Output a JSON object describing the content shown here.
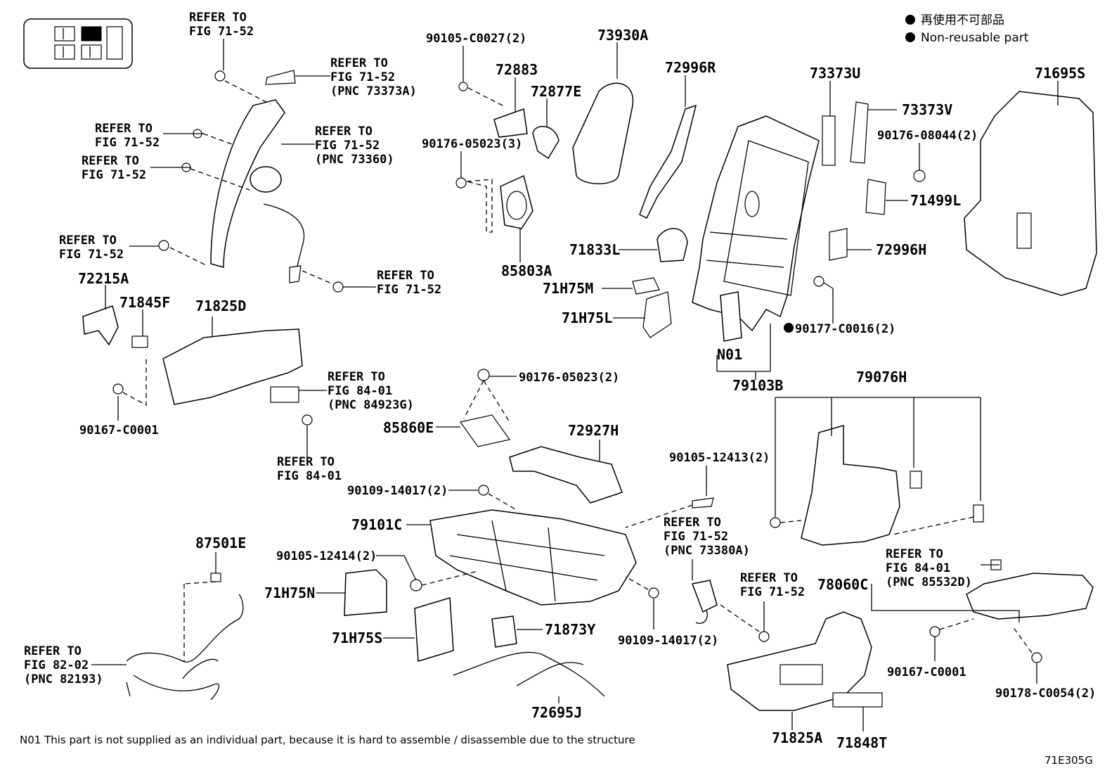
{
  "legend": {
    "jp": "再使用不可部品",
    "en": "Non-reusable part"
  },
  "figure_code": "71E305G",
  "footnote": "N01 This part is not supplied as an individual part, because it is hard to assemble / disassemble due to the structure",
  "labels": {
    "r1": [
      "REFER TO",
      "FIG 71-52"
    ],
    "r2": [
      "REFER TO",
      "FIG 71-52",
      "(PNC 73373A)"
    ],
    "r3": [
      "REFER TO",
      "FIG 71-52"
    ],
    "r4": [
      "REFER TO",
      "FIG 71-52",
      "(PNC 73360)"
    ],
    "r5": [
      "REFER TO",
      "FIG 71-52"
    ],
    "r6": [
      "REFER TO",
      "FIG 71-52"
    ],
    "r7": [
      "REFER TO",
      "FIG 71-52"
    ],
    "r8": [
      "REFER TO",
      "FIG 84-01",
      "(PNC 84923G)"
    ],
    "r9": [
      "REFER TO",
      "FIG 84-01"
    ],
    "r10": [
      "REFER TO",
      "FIG 71-52",
      "(PNC 73380A)"
    ],
    "r11": [
      "REFER TO",
      "FIG 71-52"
    ],
    "r12": [
      "REFER TO",
      "FIG 84-01",
      "(PNC 85532D)"
    ],
    "r13": [
      "REFER TO",
      "FIG 82-02",
      "(PNC 82193)"
    ],
    "p90105_C0027": "90105-C0027(2)",
    "p72883": "72883",
    "p72877E": "72877E",
    "p90176_05023_3": "90176-05023(3)",
    "p85803A": "85803A",
    "p73930A": "73930A",
    "p72996R": "72996R",
    "p73373U": "73373U",
    "p73373V": "73373V",
    "p90176_08044": "90176-08044(2)",
    "p71499L": "71499L",
    "p71695S": "71695S",
    "p72996H": "72996H",
    "p71833L": "71833L",
    "p71H75M": "71H75M",
    "p71H75L": "71H75L",
    "p90177_C0016": "90177-C0016(2)",
    "pN01": "N01",
    "p79103B": "79103B",
    "p79076H": "79076H",
    "p72215A": "72215A",
    "p71845F": "71845F",
    "p71825D": "71825D",
    "p90167_C0001a": "90167-C0001",
    "p90176_05023_2": "90176-05023(2)",
    "p85860E": "85860E",
    "p72927H": "72927H",
    "p90105_12413": "90105-12413(2)",
    "p90109_14017a": "90109-14017(2)",
    "p79101C": "79101C",
    "p87501E": "87501E",
    "p90105_12414": "90105-12414(2)",
    "p71H75N": "71H75N",
    "p71H75S": "71H75S",
    "p71873Y": "71873Y",
    "p90109_14017b": "90109-14017(2)",
    "p726951": "72695J",
    "p78060C": "78060C",
    "p90167_C0001b": "90167-C0001",
    "p90178_C0054": "90178-C0054(2)",
    "p71825A": "71825A",
    "p71848T": "71848T"
  }
}
